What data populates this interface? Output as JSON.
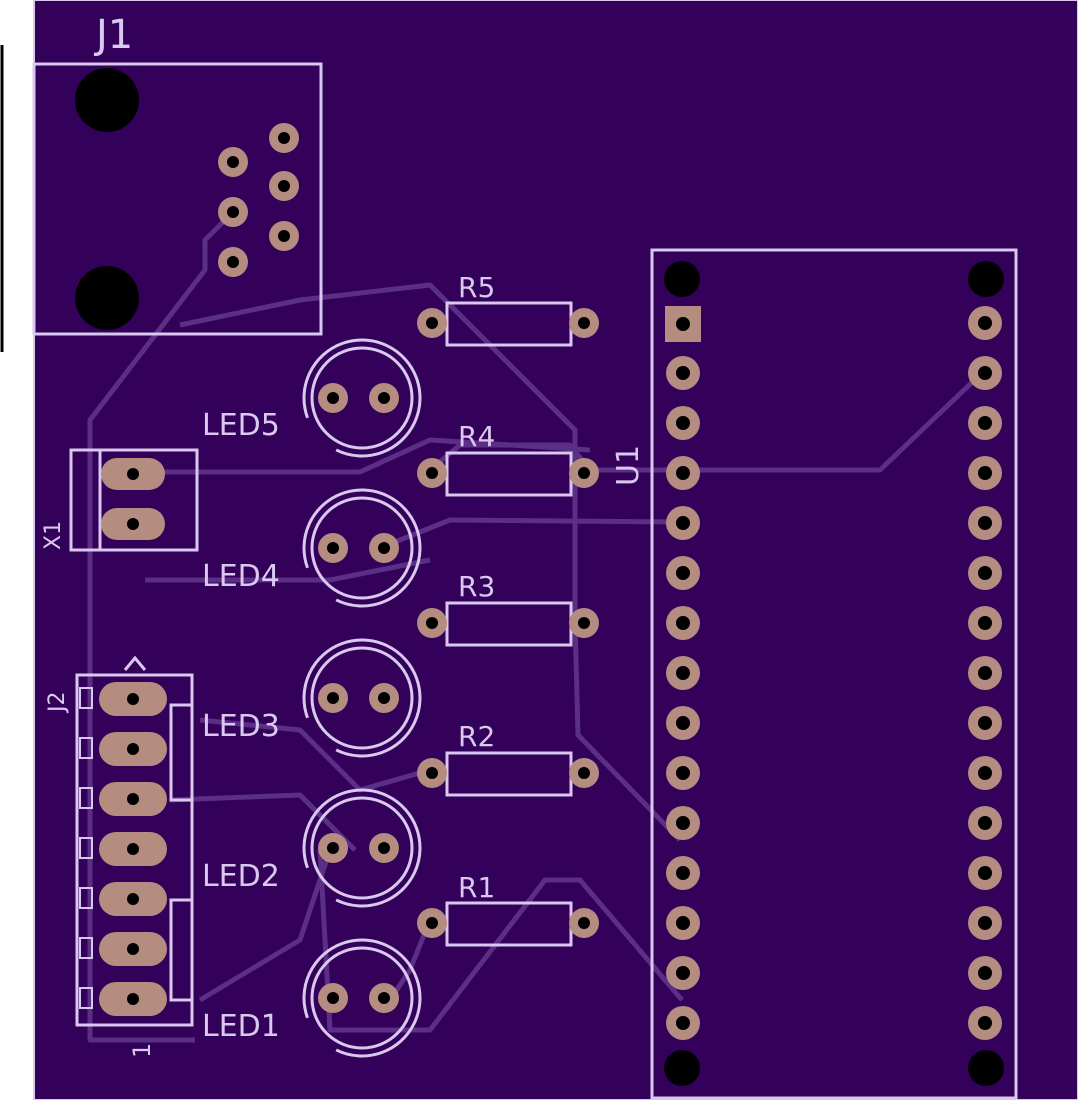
{
  "colors": {
    "board": "#33005a",
    "trace": "#5b2f86",
    "silkscreen": "#d9c9ee",
    "pad": "#b48c80",
    "hole": "#000000"
  },
  "labels": {
    "j1": "J1",
    "x1": "X1",
    "j2": "J2",
    "j2_pin1": "1",
    "u1": "U1",
    "leds": [
      "LED5",
      "LED4",
      "LED3",
      "LED2",
      "LED1"
    ],
    "resistors": [
      "R5",
      "R4",
      "R3",
      "R2",
      "R1"
    ]
  }
}
